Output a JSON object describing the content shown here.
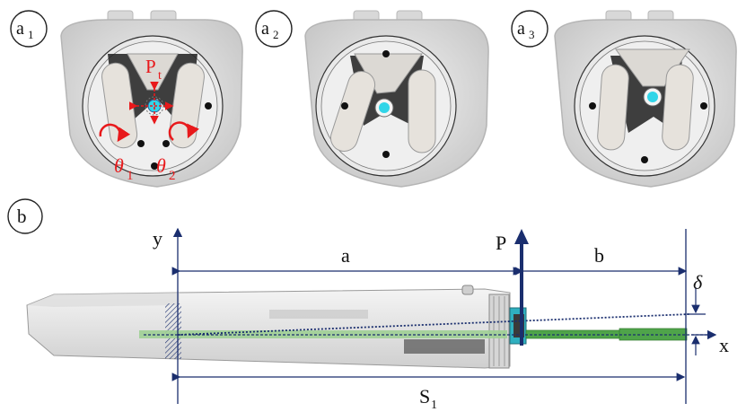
{
  "panels": {
    "a1": {
      "letter": "a",
      "sub": "1"
    },
    "a2": {
      "letter": "a",
      "sub": "2"
    },
    "a3": {
      "letter": "a",
      "sub": "3"
    },
    "b": {
      "letter": "b"
    }
  },
  "annotations": {
    "pt_main": "P",
    "pt_sub": "t",
    "theta": "θ",
    "theta1_sub": "1",
    "theta2_sub": "2"
  },
  "dims": {
    "y_axis": "y",
    "x_axis": "x",
    "a": "a",
    "b": "b",
    "P": "P",
    "delta": "δ",
    "S_main": "S",
    "S_sub": "1"
  },
  "colors": {
    "annotation_red": "#e8191b",
    "dimension_navy": "#1a2e6e",
    "marker_cyan": "#31d5e8",
    "rod_green": "#4fa44a",
    "housing_gray": "#d9d9d9"
  }
}
